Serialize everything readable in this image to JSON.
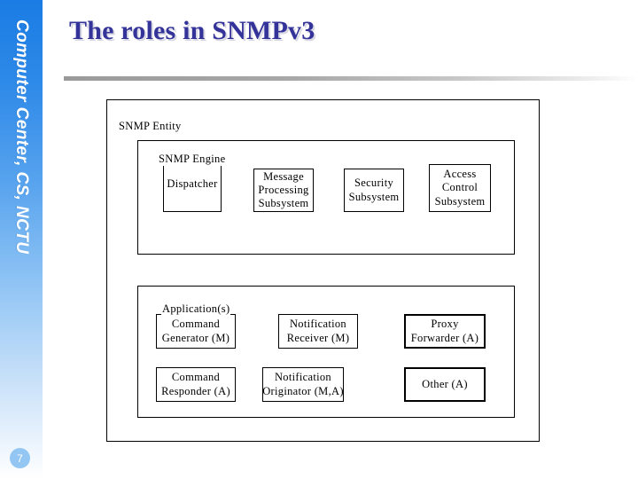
{
  "sidebar": {
    "label": "Computer Center, CS, NCTU",
    "page_number": "7",
    "gradient_top_color": "#1a7ce4",
    "gradient_bottom_color": "#ffffff",
    "badge_color": "#93c6f2"
  },
  "slide": {
    "title": "The roles in SNMPv3",
    "title_color": "#333399",
    "rule_color": "#9a9a9a"
  },
  "diagram": {
    "entity_label": "SNMP Entity",
    "engine_label": "SNMP Engine",
    "applications_label": "Application(s)",
    "engine_nodes": [
      {
        "id": "dispatcher",
        "lines": [
          "Dispatcher"
        ]
      },
      {
        "id": "message-processing",
        "lines": [
          "Message",
          "Processing",
          "Subsystem"
        ]
      },
      {
        "id": "security",
        "lines": [
          "Security",
          "Subsystem"
        ]
      },
      {
        "id": "access-control",
        "lines": [
          "Access",
          "Control",
          "Subsystem"
        ]
      }
    ],
    "application_nodes": [
      {
        "id": "command-generator",
        "lines": [
          "Command",
          "Generator (M)"
        ]
      },
      {
        "id": "notification-receiver",
        "lines": [
          "Notification",
          "Receiver (M)"
        ]
      },
      {
        "id": "proxy-forwarder",
        "lines": [
          "Proxy",
          "Forwarder (A)"
        ]
      },
      {
        "id": "command-responder",
        "lines": [
          "Command",
          "Responder (A)"
        ]
      },
      {
        "id": "notification-originator",
        "lines": [
          "Notification",
          "Originator (M,A)"
        ]
      },
      {
        "id": "other",
        "lines": [
          "Other (A)"
        ]
      }
    ]
  }
}
